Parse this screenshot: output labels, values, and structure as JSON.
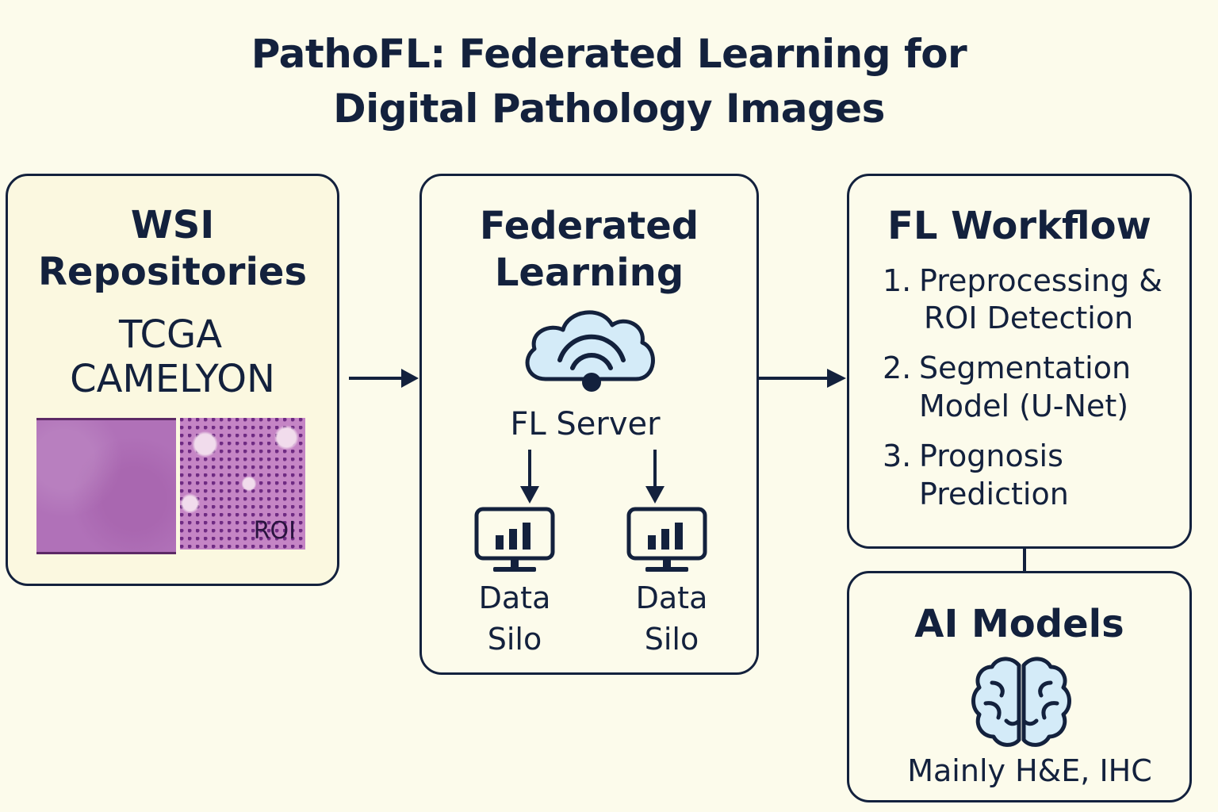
{
  "title": {
    "line1": "PathoFL: Federated Learning for",
    "line2": "Digital Pathology Images"
  },
  "wsi_box": {
    "heading_line1": "WSI",
    "heading_line2": "Repositories",
    "datasets": [
      "TCGA",
      "CAMELYON"
    ],
    "roi_label": "ROI"
  },
  "fl_box": {
    "heading_line1": "Federated",
    "heading_line2": "Learning",
    "server_label": "FL Server",
    "server_icon": "cloud-wifi-icon",
    "silo_icon": "monitor-bar-chart-icon",
    "silos": [
      {
        "line1": "Data",
        "line2": "Silo"
      },
      {
        "line1": "Data",
        "line2": "Silo"
      }
    ]
  },
  "workflow_box": {
    "heading": "FL Workflow",
    "steps": [
      {
        "num": "1.",
        "line1": "Preprocessing &",
        "line2": "ROI Detection"
      },
      {
        "num": "2.",
        "line1": "Segmentation",
        "line2": "Model (U-Net)"
      },
      {
        "num": "3.",
        "line1": "Prognosis",
        "line2": "Prediction"
      }
    ]
  },
  "ai_box": {
    "heading": "AI Models",
    "icon": "brain-icon",
    "caption": "Mainly H&E, IHC"
  },
  "colors": {
    "background": "#fcfbeb",
    "ink": "#13213d",
    "wsi_box_fill": "#fbf8e0",
    "icon_fill": "#d4ebf8",
    "tissue_purple": "#b071b8"
  }
}
